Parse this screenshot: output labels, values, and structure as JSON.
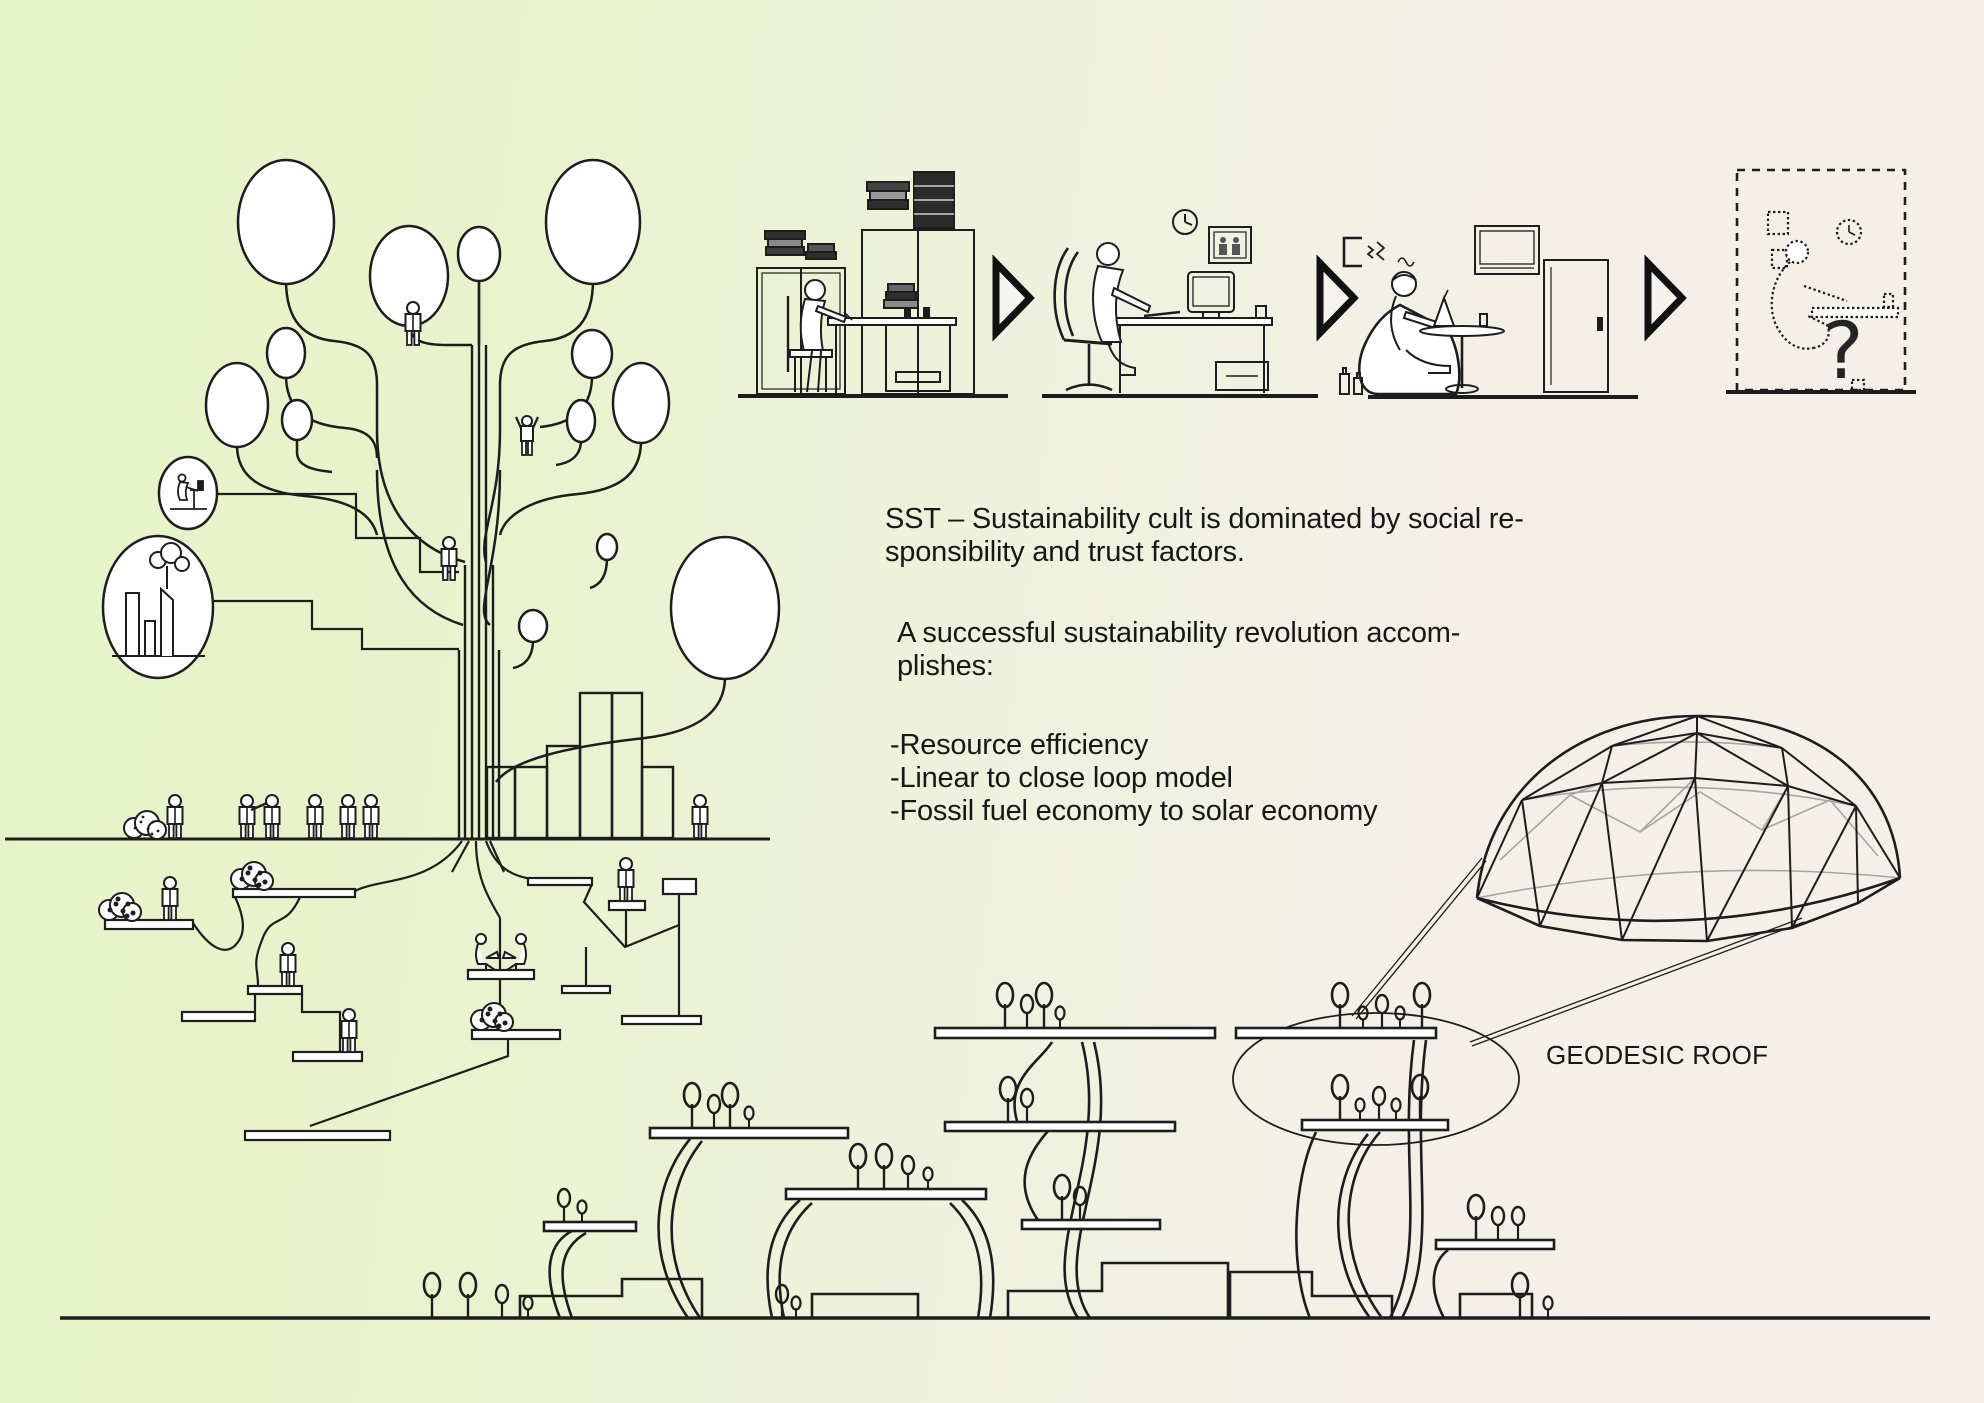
{
  "illustration": {
    "name": "sustainability concept illustration",
    "colors": {
      "bg_left": "#e6f3c6",
      "bg_right": "#f4efe9",
      "ink": "#1d1d1d",
      "ink_light": "#9a9a9a"
    }
  },
  "text_block": {
    "heading_line1": "SST – Sustainability cult is dominated by social re-",
    "heading_line2": "sponsibility and trust factors.",
    "sub_line1": "A successful sustainability revolution accom-",
    "sub_line2": "plishes:",
    "bullets": [
      "-Resource efficiency",
      "-Linear to close loop model",
      "-Fossil fuel economy to solar economy"
    ]
  },
  "callout": {
    "label": "GEODESIC ROOF"
  },
  "icons": {
    "stage_arrow": "play-triangle-right",
    "question_mark": "?"
  },
  "evolution_stages": [
    {
      "name": "paper-office-era"
    },
    {
      "name": "desktop-computer-era"
    },
    {
      "name": "laptop-lounge-era"
    },
    {
      "name": "future-unknown-era"
    }
  ]
}
